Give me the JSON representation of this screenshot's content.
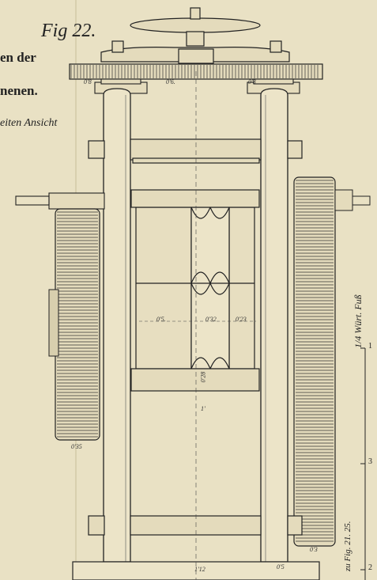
{
  "figure": {
    "title": "Fig 22.",
    "text_fragments": [
      "en der",
      "nenen.",
      "eiten Ansicht"
    ],
    "dimension_labels": {
      "top_left": "0'8",
      "top_center": "0'6.",
      "top_right": "0'8",
      "roll_left": "0'5.",
      "roll_center": "0'32",
      "roll_right": "0'23",
      "vertical_center": "0'28",
      "vertical_lower": "1'",
      "left_gear": "0'35",
      "right_gear": "0'3",
      "base_width": "1'12",
      "base_right": "0'5"
    },
    "scale": {
      "caption": "1/4 Würt. Fuß",
      "reference": "zu Fig. 21. 25.",
      "ticks": [
        "1",
        "3",
        "2"
      ]
    }
  }
}
